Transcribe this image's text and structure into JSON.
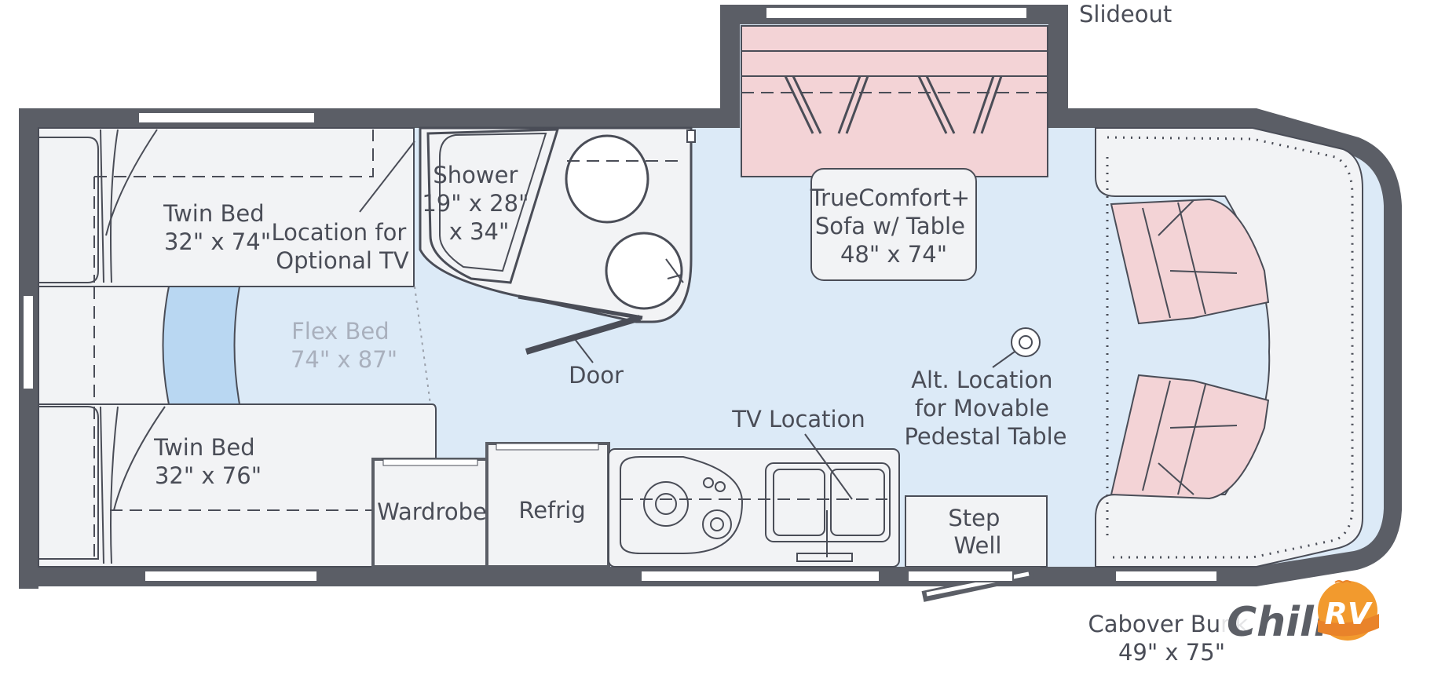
{
  "labels": {
    "slideout": "Slideout",
    "twin_bed_top": [
      "Twin Bed",
      "32\" x 74\""
    ],
    "optional_tv": [
      "Location for",
      "Optional TV"
    ],
    "shower": [
      "Shower",
      "19\" x 28\"",
      "x 34\""
    ],
    "sofa": [
      "TrueComfort+",
      "Sofa w/ Table",
      "48\" x 74\""
    ],
    "flex_bed": [
      "Flex Bed",
      "74\" x 87\""
    ],
    "door": "Door",
    "pedestal_table": [
      "Alt. Location",
      "for Movable",
      "Pedestal Table"
    ],
    "tv_location": "TV Location",
    "twin_bed_bottom": [
      "Twin Bed",
      "32\" x 76\""
    ],
    "wardrobe": "Wardrobe",
    "refrig": "Refrig",
    "step_well": [
      "Step",
      "Well"
    ],
    "cabover": [
      "Cabover Bunk",
      "49\" x 75\""
    ]
  },
  "logo": {
    "text": "Chill",
    "badge": "RV"
  },
  "colors": {
    "wall": "#5b5e66",
    "floor": "#dceaf7",
    "furniture": "#f2f3f5",
    "upholstery": "#f3d3d6",
    "flex_panel": "#b9d7f2",
    "logo_orange": "#f29a2e"
  }
}
